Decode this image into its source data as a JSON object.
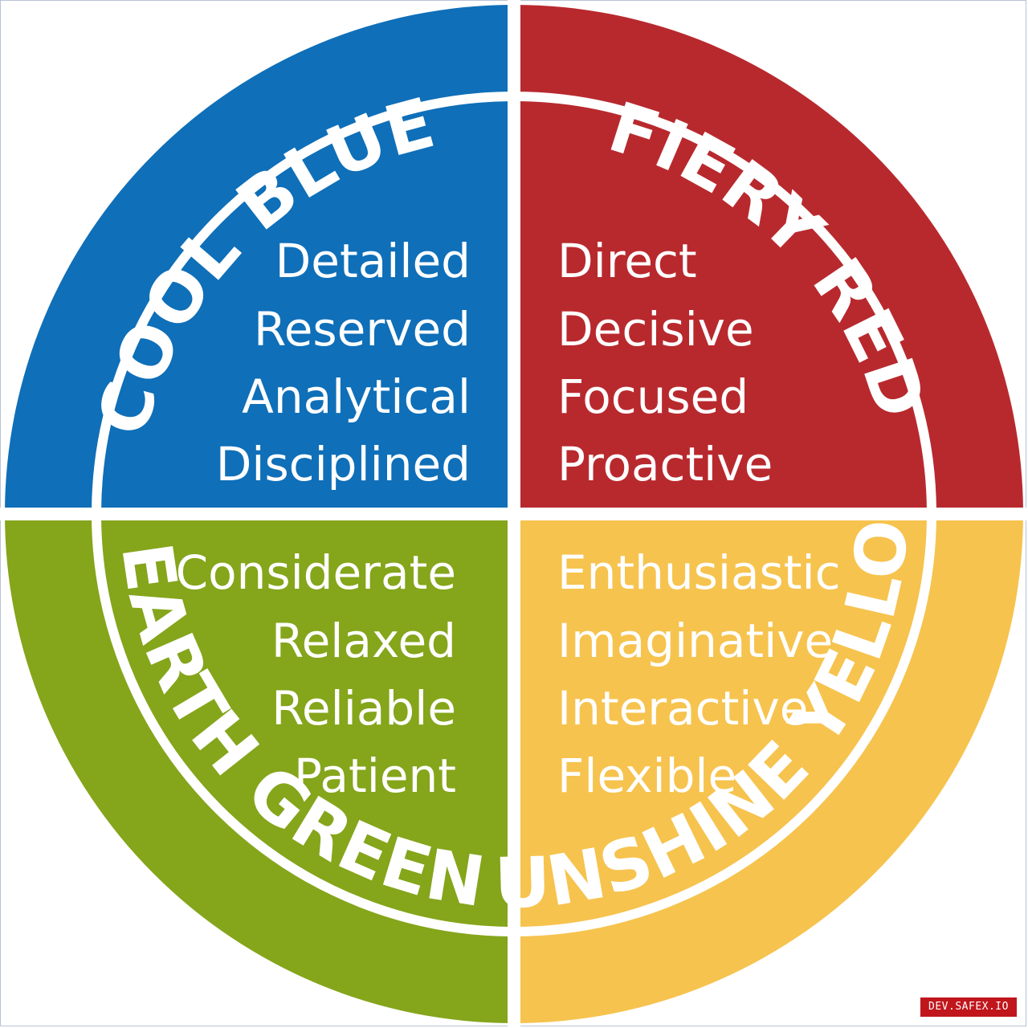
{
  "quadrants": {
    "blue": {
      "name": "COOL BLUE",
      "color": "#0f6fb8",
      "traits": [
        "Detailed",
        "Reserved",
        "Analytical",
        "Disciplined"
      ]
    },
    "red": {
      "name": "FIERY RED",
      "color": "#b8292e",
      "traits": [
        "Direct",
        "Decisive",
        "Focused",
        "Proactive"
      ]
    },
    "green": {
      "name": "EARTH GREEN",
      "color": "#85a51b",
      "traits": [
        "Considerate",
        "Relaxed",
        "Reliable",
        "Patient"
      ]
    },
    "yellow": {
      "name": "SUNSHINE YELLOW",
      "color": "#f6c34e",
      "traits": [
        "Enthusiastic",
        "Imaginative",
        "Interactive",
        "Flexible"
      ]
    }
  },
  "watermark": "DEV.SAFEX.IO"
}
